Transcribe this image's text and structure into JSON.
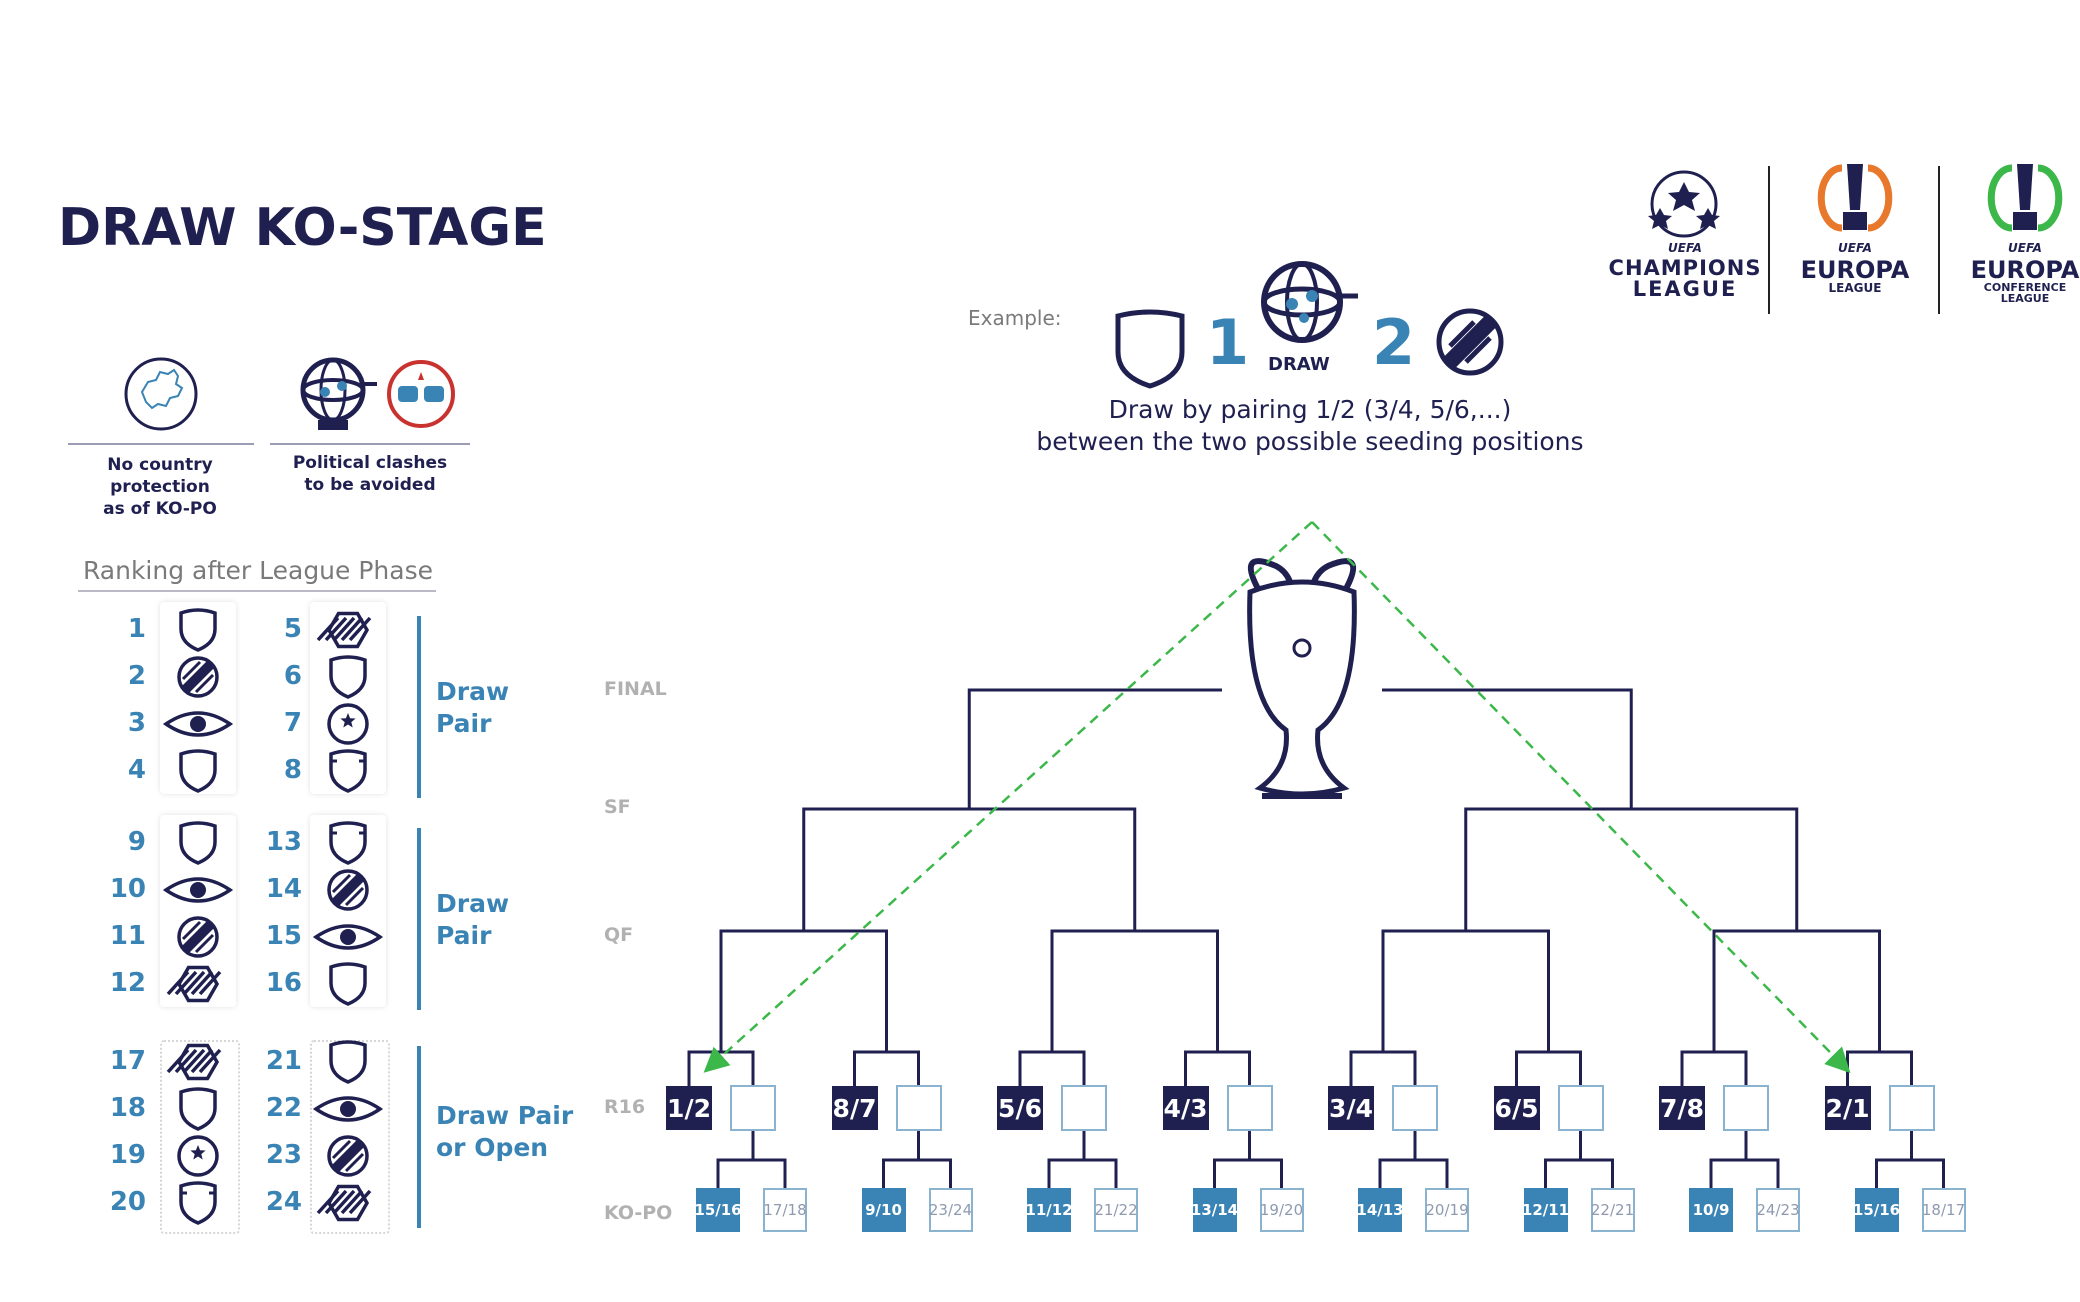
{
  "header": {
    "title": "DRAW KO-STAGE"
  },
  "protection": [
    {
      "icon": "europe-map-icon",
      "label_line1": "No country protection",
      "label_line2": "as of KO-PO"
    },
    {
      "icon": "political-clash-icon",
      "label_line1": "Political clashes",
      "label_line2": "to be avoided"
    }
  ],
  "ranking": {
    "title": "Ranking after League Phase",
    "rows_left": [
      {
        "rank": "1",
        "badge": "plain-shield-icon"
      },
      {
        "rank": "2",
        "badge": "striped-circle-icon"
      },
      {
        "rank": "3",
        "badge": "eye-icon"
      },
      {
        "rank": "4",
        "badge": "plain-shield-icon"
      },
      {
        "rank": "9",
        "badge": "plain-shield-icon"
      },
      {
        "rank": "10",
        "badge": "eye-icon"
      },
      {
        "rank": "11",
        "badge": "striped-circle-icon"
      },
      {
        "rank": "12",
        "badge": "striped-hexagon-icon"
      },
      {
        "rank": "17",
        "badge": "striped-hexagon-icon"
      },
      {
        "rank": "18",
        "badge": "plain-shield-icon"
      },
      {
        "rank": "19",
        "badge": "star-circle-icon"
      },
      {
        "rank": "20",
        "badge": "notched-shield-icon"
      }
    ],
    "rows_right": [
      {
        "rank": "5",
        "badge": "striped-hexagon-icon"
      },
      {
        "rank": "6",
        "badge": "plain-shield-icon"
      },
      {
        "rank": "7",
        "badge": "star-circle-icon"
      },
      {
        "rank": "8",
        "badge": "notched-shield-icon"
      },
      {
        "rank": "13",
        "badge": "notched-shield-icon"
      },
      {
        "rank": "14",
        "badge": "striped-circle-icon"
      },
      {
        "rank": "15",
        "badge": "eye-icon"
      },
      {
        "rank": "16",
        "badge": "plain-shield-icon"
      },
      {
        "rank": "21",
        "badge": "plain-shield-icon"
      },
      {
        "rank": "22",
        "badge": "eye-icon"
      },
      {
        "rank": "23",
        "badge": "striped-circle-icon"
      },
      {
        "rank": "24",
        "badge": "striped-hexagon-icon"
      }
    ],
    "groups": [
      {
        "line1": "Draw",
        "line2": "Pair"
      },
      {
        "line1": "Draw",
        "line2": "Pair"
      },
      {
        "line1": "Draw Pair",
        "line2": "or Open"
      }
    ]
  },
  "example": {
    "label": "Example:",
    "left_badge": "plain-shield-icon",
    "num1": "1",
    "draw_label": "DRAW",
    "num2": "2",
    "right_badge": "striped-circle-icon",
    "caption_line1": "Draw by pairing  1/2 (3/4, 5/6,...)",
    "caption_line2": "between  the two possible seeding positions"
  },
  "brands": [
    {
      "icon": "champions-league-star-ball-icon",
      "uefa": "UEFA",
      "name1": "CHAMPIONS",
      "name2": "LEAGUE"
    },
    {
      "icon": "europa-league-trophy-icon",
      "uefa": "UEFA",
      "name1": "EUROPA",
      "name2": "LEAGUE"
    },
    {
      "icon": "conference-league-trophy-icon",
      "uefa": "UEFA",
      "name1": "EUROPA",
      "name2": "CONFERENCE",
      "name3": "LEAGUE"
    }
  ],
  "bracket": {
    "rounds": [
      "FINAL",
      "SF",
      "QF",
      "R16",
      "KO-PO"
    ],
    "r16_pairs": [
      "1/2",
      "8/7",
      "5/6",
      "4/3",
      "3/4",
      "6/5",
      "7/8",
      "2/1"
    ],
    "kopo_seeded": [
      "15/16",
      "9/10",
      "11/12",
      "13/14",
      "14/13",
      "12/11",
      "10/9",
      "15/16"
    ],
    "kopo_unseeded": [
      "17/18",
      "23/24",
      "21/22",
      "19/20",
      "20/19",
      "22/21",
      "24/23",
      "18/17"
    ],
    "trophy_icon": "champions-league-trophy-icon"
  },
  "colors": {
    "navy": "#1f2050",
    "blue": "#3a83b5",
    "green_arrow": "#3cb84a",
    "muted": "#b1b1b1"
  }
}
